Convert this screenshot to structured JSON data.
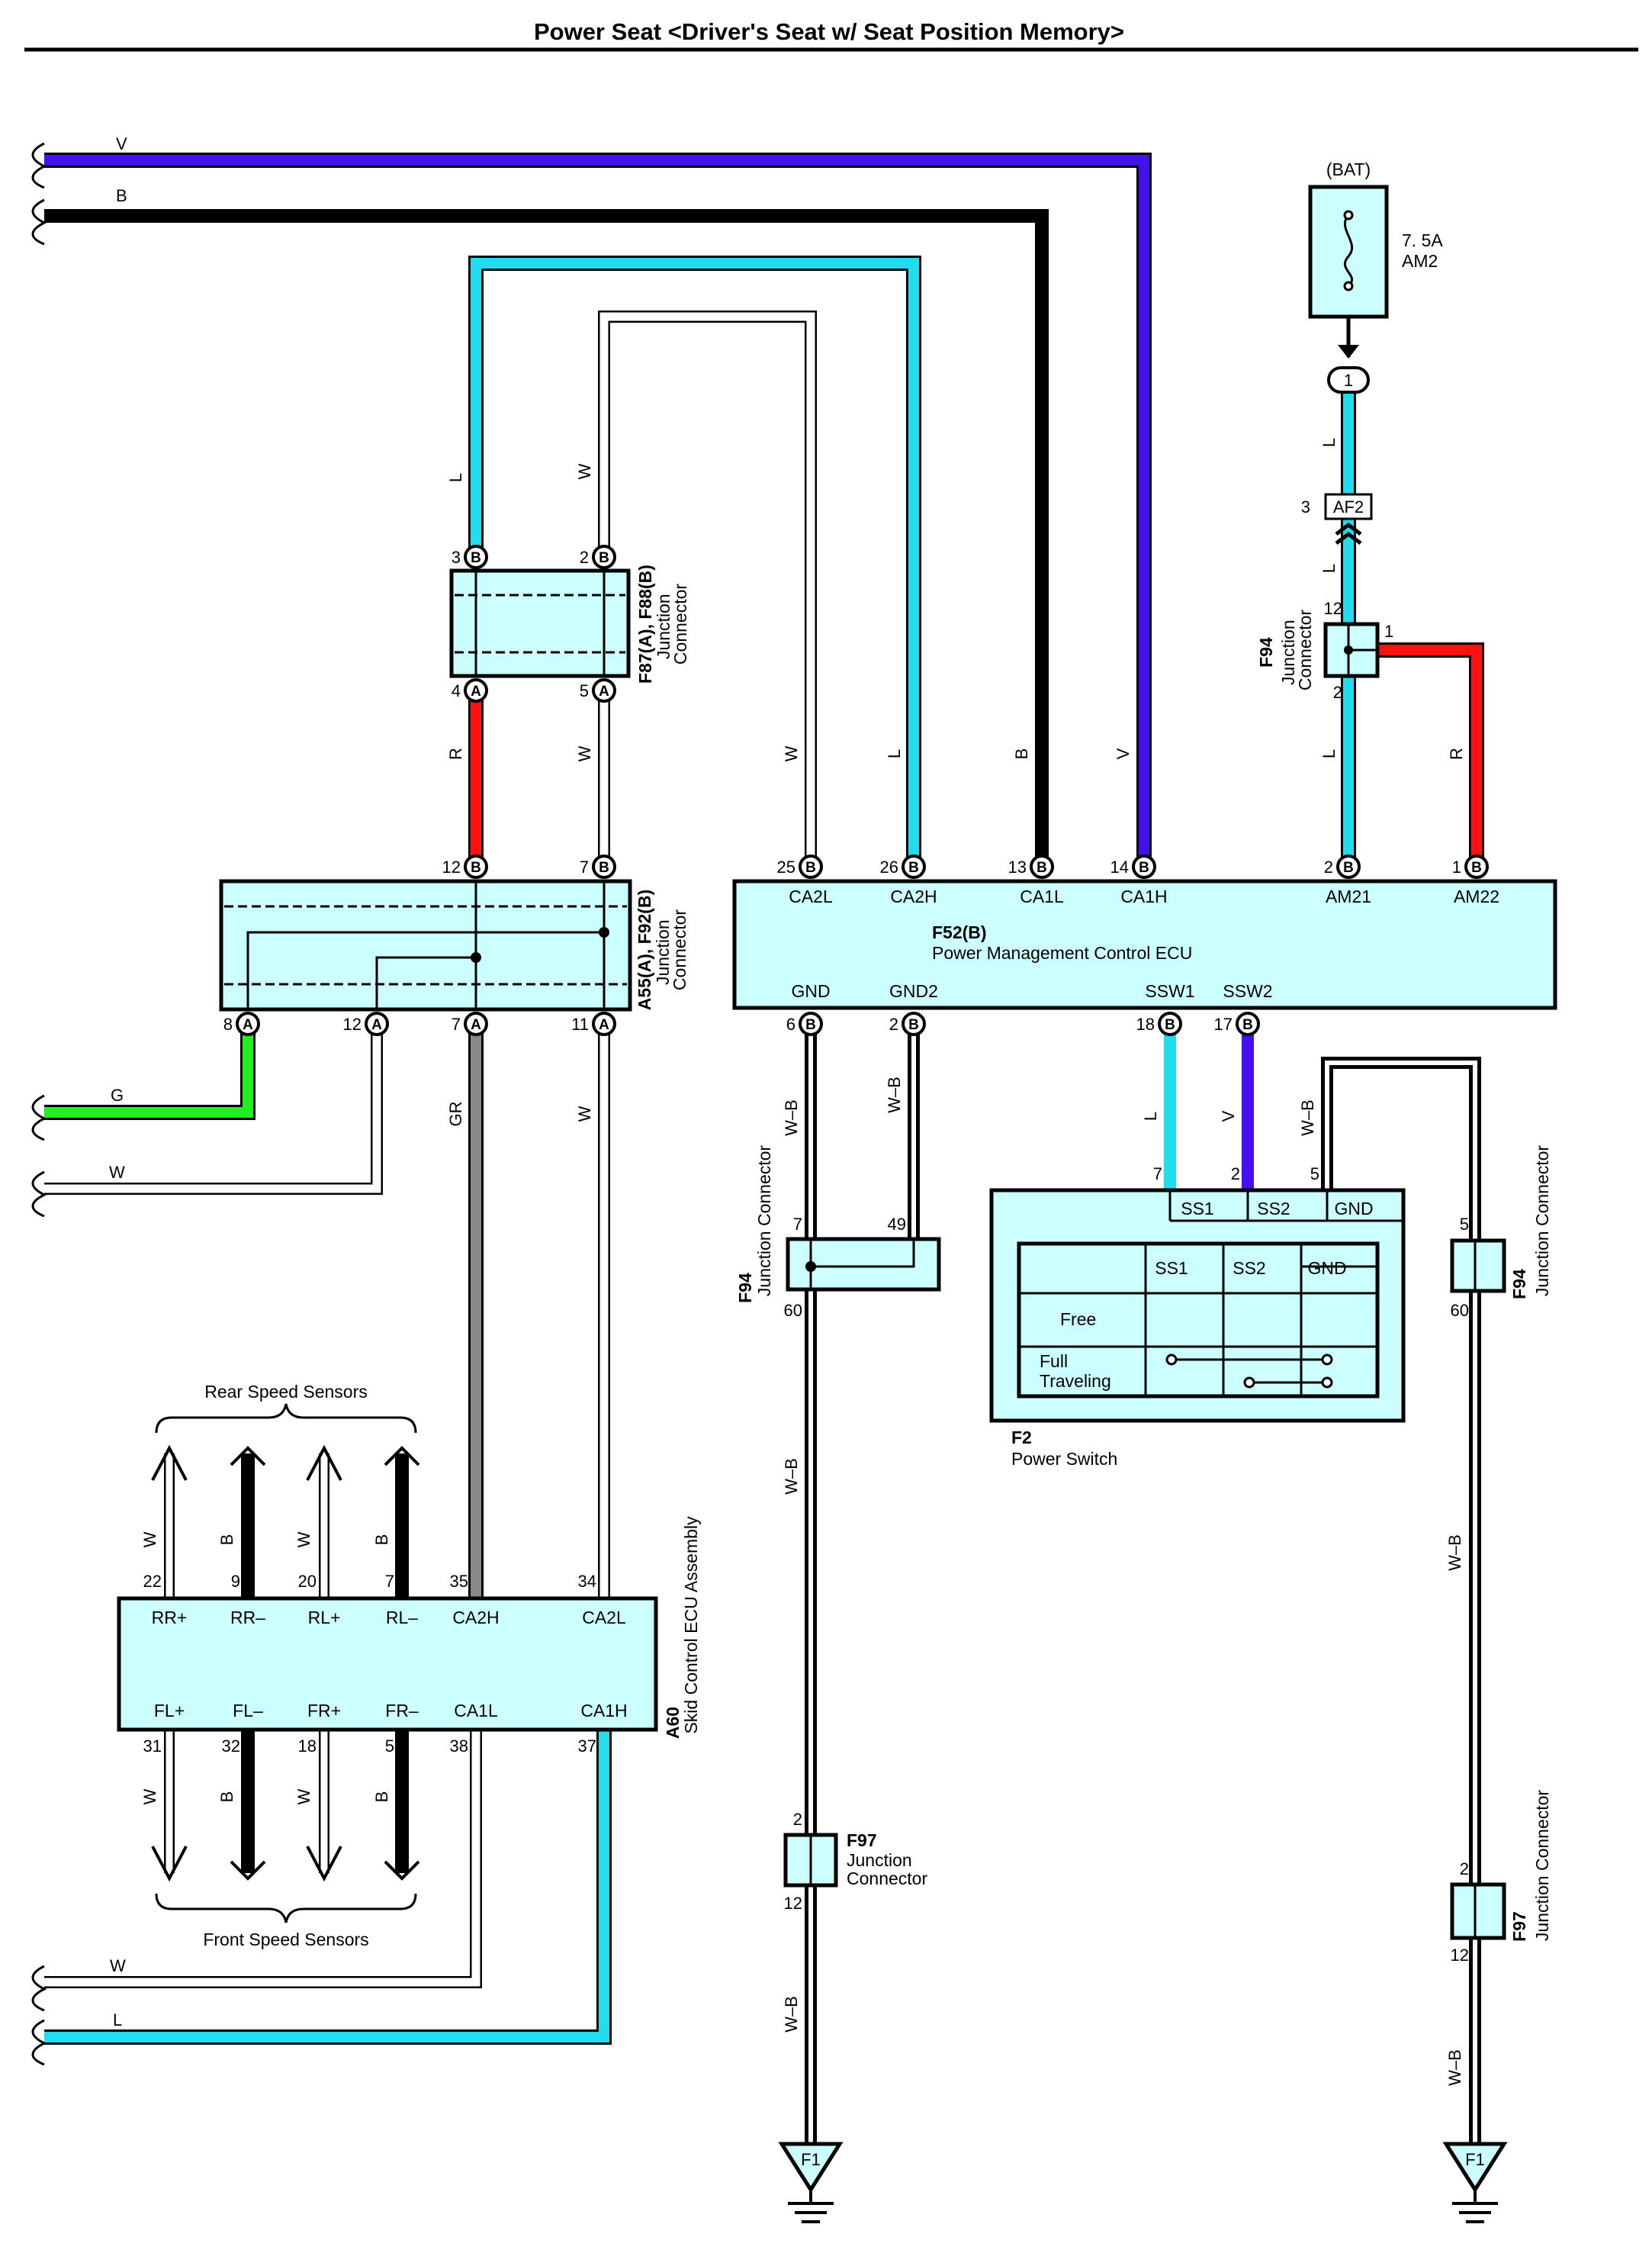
{
  "title": "Power Seat <Driver's Seat w/ Seat Position Memory>",
  "colors": {
    "V": "#4411ee",
    "B": "#000000",
    "L": "#22ddee",
    "R": "#ff1111",
    "G": "#22ee22",
    "GR": "#888888",
    "W": "#ffffff",
    "box": "#ccffff"
  },
  "wire_codes": {
    "V": "V",
    "B": "B",
    "L": "L",
    "W": "W",
    "R": "R",
    "G": "G",
    "GR": "GR",
    "WB": "W–B"
  },
  "bat": {
    "label": "(BAT)",
    "fuse_amp": "7. 5A",
    "fuse_name": "AM2",
    "pin": "1"
  },
  "af2": {
    "label": "AF2",
    "pin": "3"
  },
  "f94_top": {
    "id": "F94",
    "name": "Junction\nConnector",
    "pin_top": "12",
    "pin_right": "1",
    "pin_bottom": "2"
  },
  "f87": {
    "id": "F87(A), F88(B)",
    "name": "Junction\nConnector",
    "pins_top": [
      {
        "n": "3",
        "c": "B"
      },
      {
        "n": "2",
        "c": "B"
      }
    ],
    "pins_bottom": [
      {
        "n": "4",
        "c": "A"
      },
      {
        "n": "5",
        "c": "A"
      }
    ]
  },
  "a55": {
    "id": "A55(A), F92(B)",
    "name": "Junction\nConnector",
    "pins_top": [
      {
        "n": "12",
        "c": "B"
      },
      {
        "n": "7",
        "c": "B"
      }
    ],
    "pins_bottom": [
      {
        "n": "8",
        "c": "A"
      },
      {
        "n": "12",
        "c": "A"
      },
      {
        "n": "7",
        "c": "A"
      },
      {
        "n": "11",
        "c": "A"
      }
    ]
  },
  "ecu": {
    "id": "F52(B)",
    "name": "Power Management Control ECU",
    "top_pins": [
      {
        "n": "25",
        "c": "B",
        "t": "CA2L"
      },
      {
        "n": "26",
        "c": "B",
        "t": "CA2H"
      },
      {
        "n": "13",
        "c": "B",
        "t": "CA1L"
      },
      {
        "n": "14",
        "c": "B",
        "t": "CA1H"
      },
      {
        "n": "2",
        "c": "B",
        "t": "AM21"
      },
      {
        "n": "1",
        "c": "B",
        "t": "AM22"
      }
    ],
    "bottom_pins": [
      {
        "n": "6",
        "c": "B",
        "t": "GND"
      },
      {
        "n": "2",
        "c": "B",
        "t": "GND2"
      },
      {
        "n": "18",
        "c": "B",
        "t": "SSW1"
      },
      {
        "n": "17",
        "c": "B",
        "t": "SSW2"
      }
    ]
  },
  "f94_mid": {
    "id": "F94",
    "name": "Junction Connector",
    "pin_a": "7",
    "pin_b": "49",
    "pin_c": "60"
  },
  "f94_right": {
    "id": "F94",
    "name": "Junction Connector",
    "pin_top": "5",
    "pin_bottom": "60"
  },
  "power_switch": {
    "id": "F2",
    "name": "Power Switch",
    "pins": [
      "7",
      "2",
      "5"
    ],
    "terminals": [
      "SS1",
      "SS2",
      "GND"
    ],
    "table_header": [
      "SS1",
      "SS2",
      "GND"
    ],
    "rows": [
      "Free",
      "Full\nTraveling"
    ]
  },
  "skid_ecu": {
    "id": "A60",
    "name": "Skid Control ECU Assembly",
    "top": [
      {
        "n": "22",
        "t": "RR+"
      },
      {
        "n": "9",
        "t": "RR–"
      },
      {
        "n": "20",
        "t": "RL+"
      },
      {
        "n": "7",
        "t": "RL–"
      },
      {
        "n": "35",
        "t": "CA2H"
      },
      {
        "n": "34",
        "t": "CA2L"
      }
    ],
    "bottom": [
      {
        "n": "31",
        "t": "FL+"
      },
      {
        "n": "32",
        "t": "FL–"
      },
      {
        "n": "18",
        "t": "FR+"
      },
      {
        "n": "5",
        "t": "FR–"
      },
      {
        "n": "38",
        "t": "CA1L"
      },
      {
        "n": "37",
        "t": "CA1H"
      }
    ]
  },
  "rear_sensors": "Rear Speed Sensors",
  "front_sensors": "Front Speed Sensors",
  "f97_left": {
    "id": "F97",
    "name": "Junction\nConnector",
    "pin_top": "2",
    "pin_bottom": "12"
  },
  "f97_right": {
    "id": "F97",
    "name": "Junction Connector",
    "pin_top": "2",
    "pin_bottom": "12"
  },
  "ground": "F1"
}
